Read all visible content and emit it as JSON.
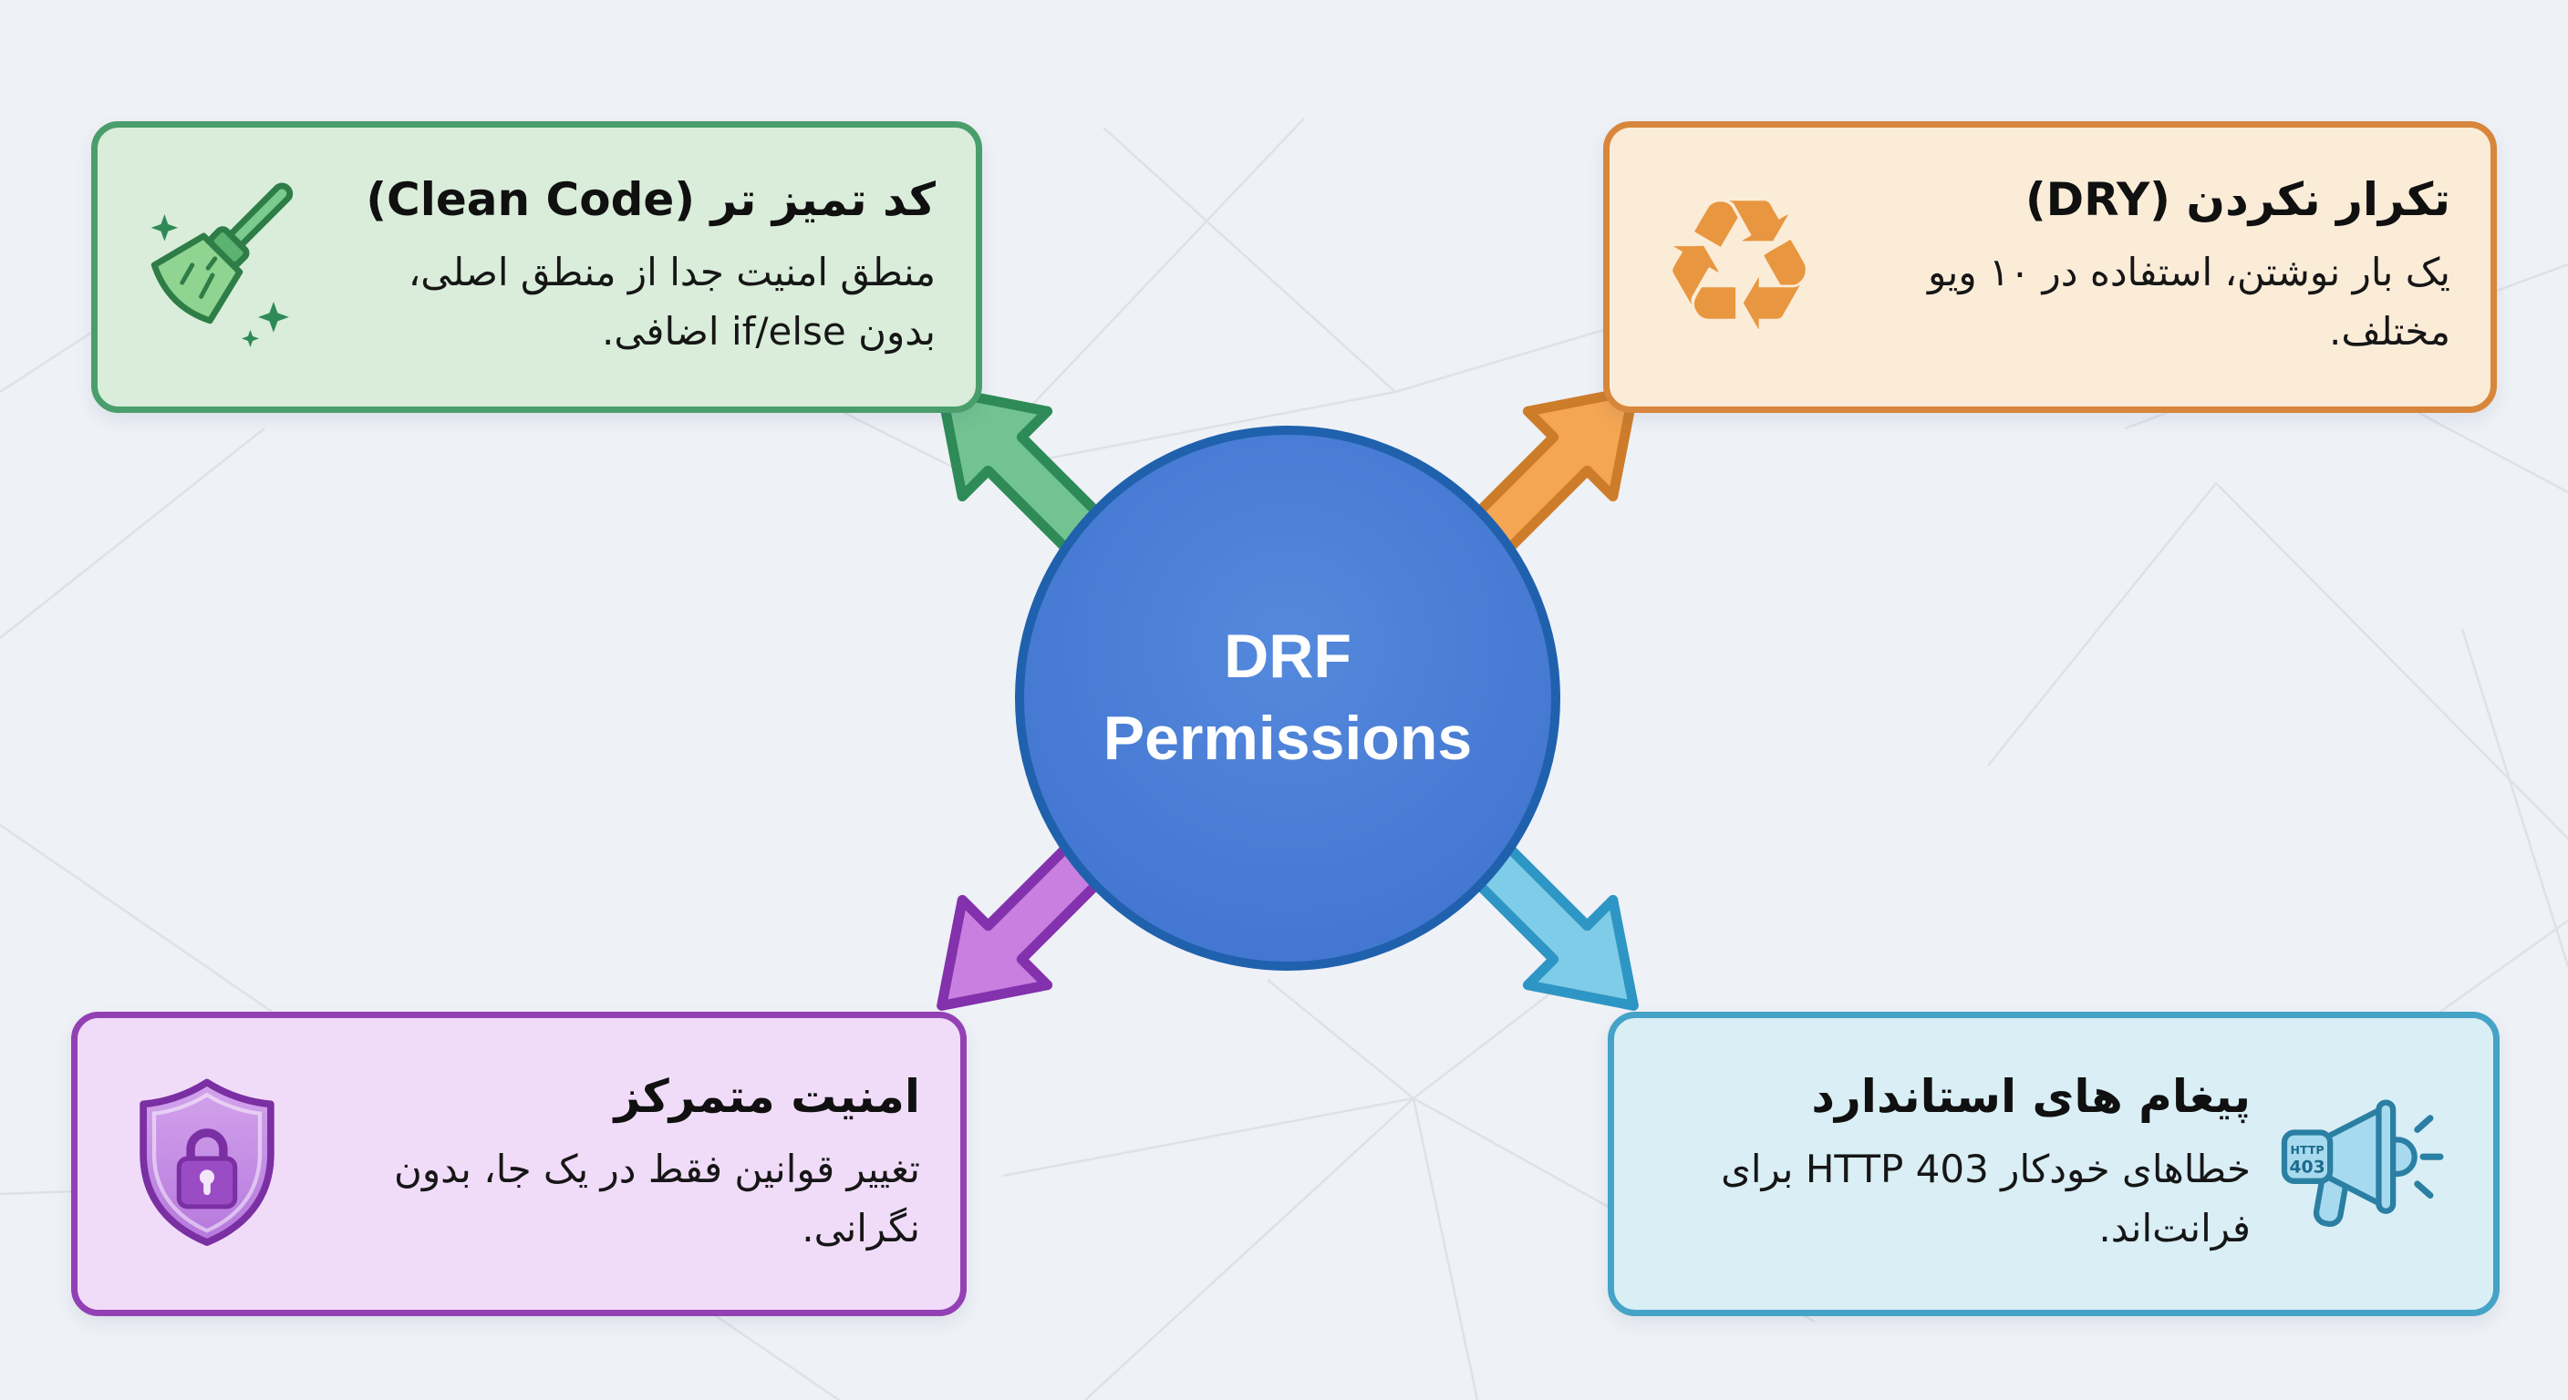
{
  "palette": {
    "background": "#eef1f6",
    "mesh_line": "#dcdfe5",
    "center_fill": "#4a80d6",
    "center_border": "#2061ae",
    "center_text": "#ffffff",
    "green_accent": "#4a9e6b",
    "green_fill": "#d9edda",
    "green_arrow_fill": "#72c391",
    "green_arrow_stroke": "#2e8b57",
    "orange_accent": "#d8863b",
    "orange_fill": "#fbecd8",
    "orange_arrow_fill": "#f5a653",
    "orange_arrow_stroke": "#cd7d2a",
    "purple_accent": "#9340b5",
    "purple_fill": "#f0dcf8",
    "purple_arrow_fill": "#c87fe0",
    "purple_arrow_stroke": "#8431ad",
    "cyan_accent": "#44a3c6",
    "cyan_fill": "#d9eef5",
    "cyan_arrow_fill": "#7fcce8",
    "cyan_arrow_stroke": "#2e96c4"
  },
  "center_node": {
    "line1": "DRF",
    "line2": "Permissions"
  },
  "cards": {
    "clean_code": {
      "icon": "broom-icon",
      "title": "کد تمیز تر (Clean Code)",
      "body": "منطق امنیت جدا از منطق اصلی، بدون if/else اضافی."
    },
    "dry": {
      "icon": "recycle-icon",
      "glyph": "♻",
      "title": "تکرار نکردن (DRY)",
      "body": "یک بار نوشتن، استفاده در ۱۰ ویو مختلف."
    },
    "centralized_security": {
      "icon": "shield-lock-icon",
      "title": "امنیت متمرکز",
      "body": "تغییر قوانین فقط در یک جا، بدون نگرانی."
    },
    "standard_messages": {
      "icon": "megaphone-icon",
      "badge_line1": "HTTP",
      "badge_line2": "403",
      "title": "پیغام های استاندارد",
      "body": "خطاهای خودکار HTTP 403 برای فرانت‌اند."
    }
  }
}
